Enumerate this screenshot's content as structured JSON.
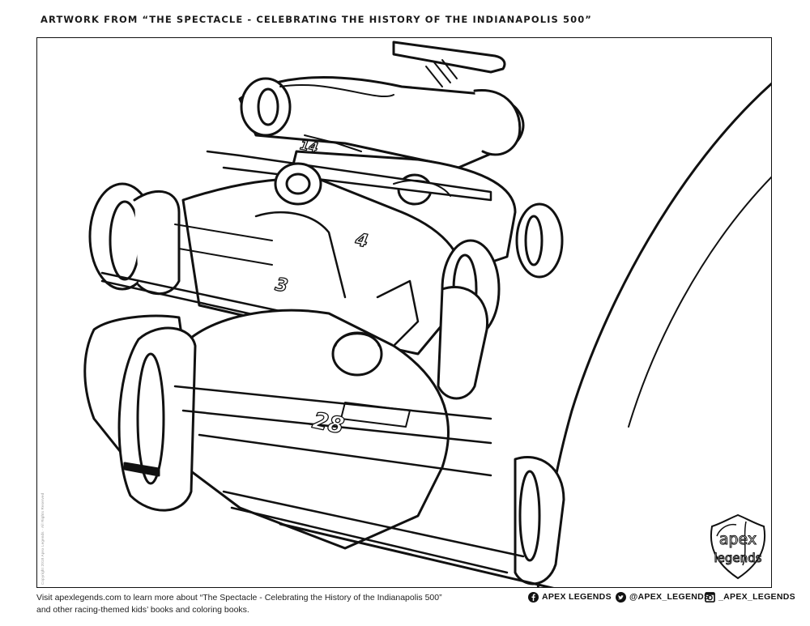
{
  "header": {
    "title": "ARTWORK FROM “THE SPECTACLE - CELEBRATING THE HISTORY OF THE INDIANAPOLIS 500”"
  },
  "artwork": {
    "description": "Coloring page line art of four open-wheel Indy race cars cornering on a track",
    "car_numbers": [
      "28",
      "3",
      "4",
      "14"
    ],
    "line_color": "#111111",
    "fill_color": "#ffffff",
    "copyright": "Copyright 2018 Apex Legends · All Rights Reserved"
  },
  "logo": {
    "line1": "apex",
    "line2": "legends"
  },
  "footer": {
    "blurb_line1": "Visit apexlegends.com to learn more about “The Spectacle - Celebrating the History of the Indianapolis 500”",
    "blurb_line2": "and other racing-themed kids’ books and coloring books.",
    "socials": [
      {
        "icon": "facebook-icon",
        "label": "APEX LEGENDS"
      },
      {
        "icon": "twitter-icon",
        "label": "@APEX_LEGENDS"
      },
      {
        "icon": "instagram-icon",
        "label": "_APEX_LEGENDS"
      }
    ]
  }
}
